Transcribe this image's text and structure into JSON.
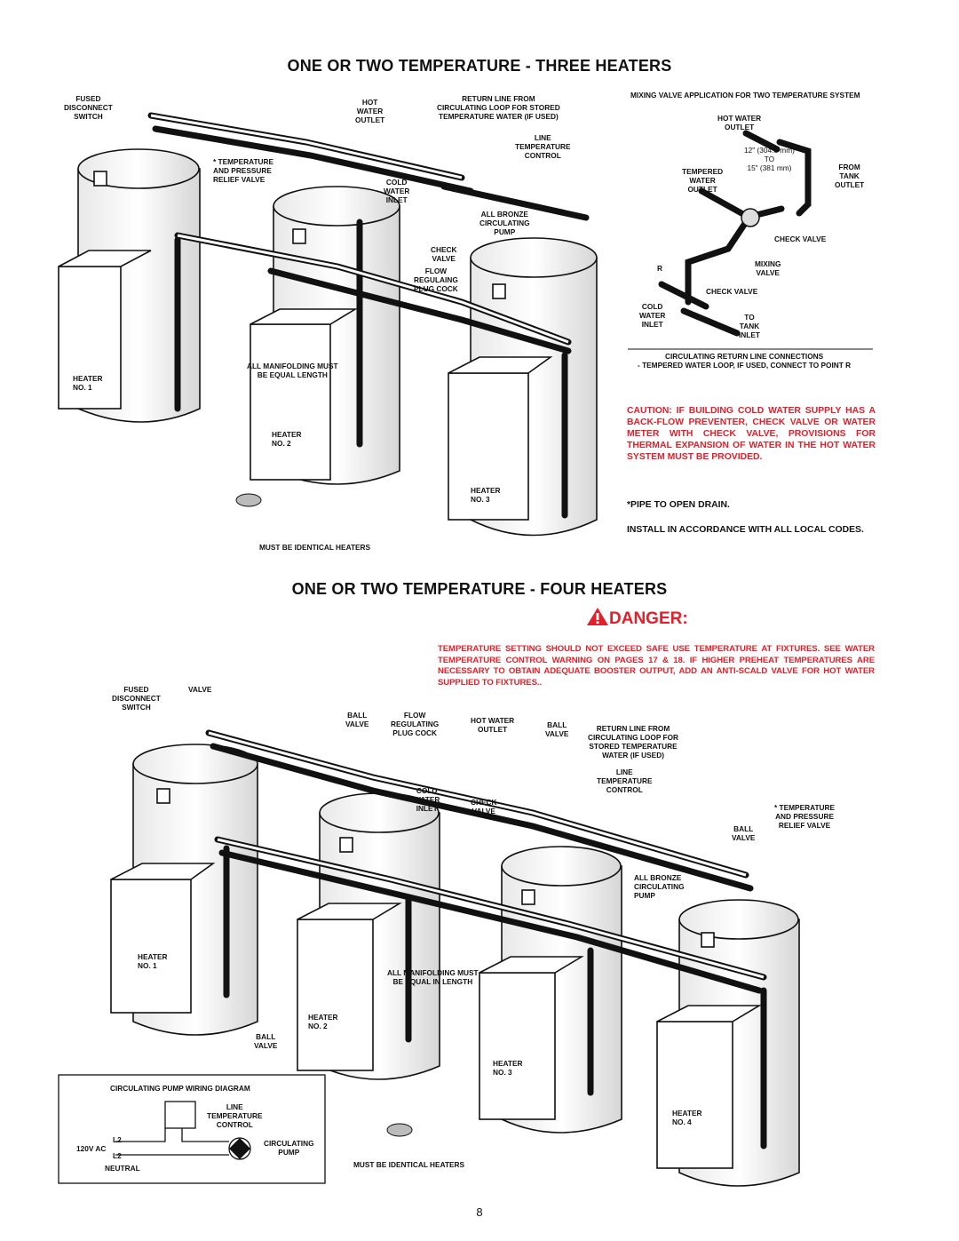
{
  "top": {
    "title": "ONE OR TWO TEMPERATURE - THREE HEATERS",
    "labels": {
      "fused_disconnect_switch": "FUSED\nDISCONNECT\nSWITCH",
      "hot_water_outlet": "HOT\nWATER\nOUTLET",
      "return_line": "RETURN LINE FROM\nCIRCULATING LOOP FOR STORED\nTEMPERATURE WATER (IF USED)",
      "line_temp_control": "LINE\nTEMPERATURE\nCONTROL",
      "temp_relief_valve": "* TEMPERATURE\nAND PRESSURE\nRELIEF VALVE",
      "cold_water_inlet": "COLD\nWATER\nINLET",
      "all_bronze_pump": "ALL BRONZE\nCIRCULATING\nPUMP",
      "check_valve": "CHECK\nVALVE",
      "flow_regulating": "FLOW\nREGULAING\nPLUG COCK",
      "all_manifolding": "ALL MANIFOLDING MUST\nBE EQUAL LENGTH",
      "heater_1": "HEATER\nNO. 1",
      "heater_2": "HEATER\nNO. 2",
      "heater_3": "HEATER\nNO. 3",
      "identical": "MUST BE IDENTICAL HEATERS"
    }
  },
  "mixing": {
    "title": "MIXING VALVE APPLICATION FOR TWO TEMPERATURE SYSTEM",
    "labels": {
      "hot_water_outlet": "HOT WATER\nOUTLET",
      "dimension": "12\" (304.8 mm)\nTO\n15\" (381 mm)",
      "tempered_outlet": "TEMPERED\nWATER\nOUTLET",
      "from_tank_outlet": "FROM\nTANK\nOUTLET",
      "check_valve_1": "CHECK VALVE",
      "r": "R",
      "mixing_valve": "MIXING\nVALVE",
      "check_valve_2": "CHECK VALVE",
      "cold_water_inlet": "COLD\nWATER\nINLET",
      "to_tank_inlet": "TO\nTANK\nINLET",
      "caption": "CIRCULATING RETURN LINE CONNECTIONS\n- TEMPERED WATER LOOP, IF USED, CONNECT TO POINT R"
    }
  },
  "notes": {
    "caution": "CAUTION: IF BUILDING COLD WATER SUPPLY HAS A BACK-FLOW PREVENTER, CHECK VALVE OR WATER METER WITH CHECK VALVE, PROVISIONS FOR THERMAL EXPANSION OF WATER IN THE HOT WATER SYSTEM MUST BE PROVIDED.",
    "pipe_drain": "*PIPE TO OPEN DRAIN.",
    "install": "INSTALL IN ACCORDANCE WITH ALL LOCAL CODES."
  },
  "bottom": {
    "title": "ONE OR TWO TEMPERATURE - FOUR HEATERS",
    "danger_word": "DANGER:",
    "danger_text": "TEMPERATURE SETTING SHOULD NOT EXCEED SAFE USE TEMPERATURE AT FIXTURES. SEE WATER TEMPERATURE CONTROL WARNING ON PAGES 17 & 18. IF HIGHER PREHEAT TEMPERATURES ARE NECESSARY TO OBTAIN ADEQUATE BOOSTER OUTPUT, ADD AN ANTI-SCALD VALVE FOR HOT WATER SUPPLIED TO FIXTURES..",
    "labels": {
      "fused_disconnect_switch": "FUSED\nDISCONNECT\nSWITCH",
      "valve": "VALVE",
      "ball_valve_1": "BALL\nVALVE",
      "flow_regulating": "FLOW\nREGULATING\nPLUG COCK",
      "hot_water_outlet": "HOT WATER\nOUTLET",
      "ball_valve_2": "BALL\nVALVE",
      "return_line": "RETURN LINE FROM\nCIRCULATING LOOP FOR\nSTORED TEMPERATURE\nWATER (IF USED)",
      "line_temp_control": "LINE\nTEMPERATURE\nCONTROL",
      "cold_water_inlet": "COLD\nWATER\nINLET",
      "check_valve": "CHECK\nVALVE",
      "temp_relief_valve": "* TEMPERATURE\nAND PRESSURE\nRELIEF VALVE",
      "ball_valve_3": "BALL\nVALVE",
      "all_bronze_pump": "ALL BRONZE\nCIRCULATING\nPUMP",
      "heater_1": "HEATER\nNO. 1",
      "all_manifolding": "ALL MANIFOLDING MUST\nBE EQUAL IN LENGTH",
      "heater_2": "HEATER\nNO. 2",
      "ball_valve_4": "BALL\nVALVE",
      "heater_3": "HEATER\nNO. 3",
      "heater_4": "HEATER\nNO. 4",
      "identical": "MUST BE IDENTICAL HEATERS"
    },
    "wiring": {
      "title": "CIRCULATING PUMP WIRING DIAGRAM",
      "line_temp_control": "LINE\nTEMPERATURE\nCONTROL",
      "l2_top": "L2",
      "v120": "120V AC",
      "l2_bottom": "L2",
      "neutral": "NEUTRAL",
      "circulating_pump": "CIRCULATING\nPUMP"
    }
  },
  "page_number": "8"
}
